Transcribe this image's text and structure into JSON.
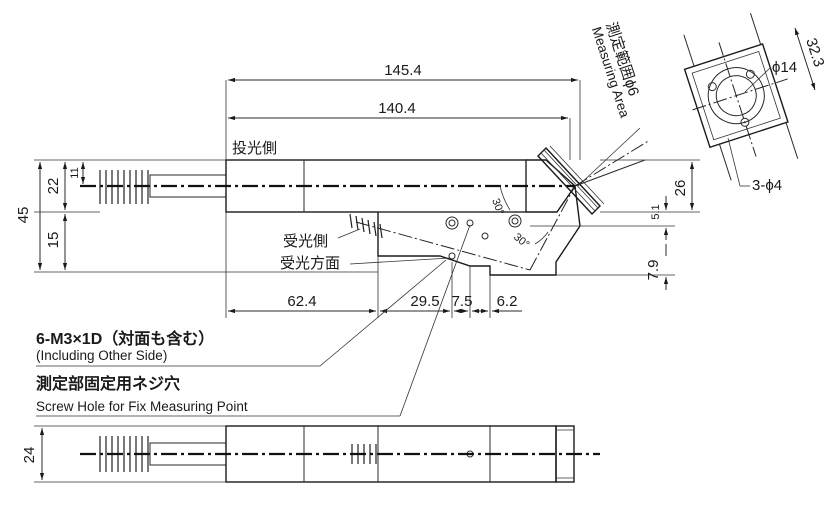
{
  "dimensions": {
    "d145_4": "145.4",
    "d140_4": "140.4",
    "d22": "22",
    "d11": "11",
    "d45": "45",
    "d15": "15",
    "d26": "26",
    "d5_1": "5.1",
    "d7_9": "7.9",
    "d62_4": "62.4",
    "d29_5": "29.5",
    "d7_5": "7.5",
    "d6_2": "6.2",
    "d24": "24",
    "d32_3": "32.3",
    "phi14": "ϕ14",
    "holes": "3-ϕ4",
    "ang1": "30°",
    "ang2": "30°"
  },
  "labels": {
    "emitter_side": "投光側",
    "receiver_side": "受光側",
    "receiver_face": "受光方面",
    "measuring_jp": "測定範囲ϕ6",
    "measuring_en": "Measuring Area"
  },
  "notes": {
    "tap_title": "6-M3×1D（対面も含む）",
    "tap_sub": "(Including Other Side)",
    "screw_title": "測定部固定用ネジ穴",
    "screw_sub": "Screw Hole for Fix Measuring Point"
  }
}
